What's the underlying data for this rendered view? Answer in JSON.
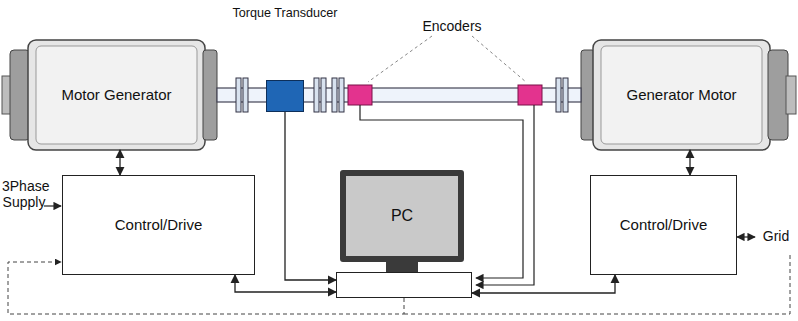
{
  "diagram": {
    "nodes": [
      {
        "text": [
          "Motor Generator"
        ]
      },
      {
        "text": [
          "Torque Transducer"
        ]
      },
      {
        "text": [
          "Generator Motor"
        ]
      },
      {
        "text": [
          "Control/Drive"
        ]
      },
      {
        "text": [
          "PC"
        ]
      },
      {
        "text": [
          "Control/Drive"
        ]
      }
    ],
    "edges": [
      {
        "from": 0,
        "to": 3,
        "arrow": "both"
      },
      {
        "from": 2,
        "to": 5,
        "arrow": "both"
      },
      {
        "from": 1,
        "to": 4,
        "arrow": "to"
      },
      {
        "from": 3,
        "to": 4,
        "arrow": "both"
      },
      {
        "from": 5,
        "to": 4,
        "arrow": "both"
      }
    ],
    "labels": [
      "3Phase Supply",
      "Encoders",
      "Grid"
    ]
  }
}
